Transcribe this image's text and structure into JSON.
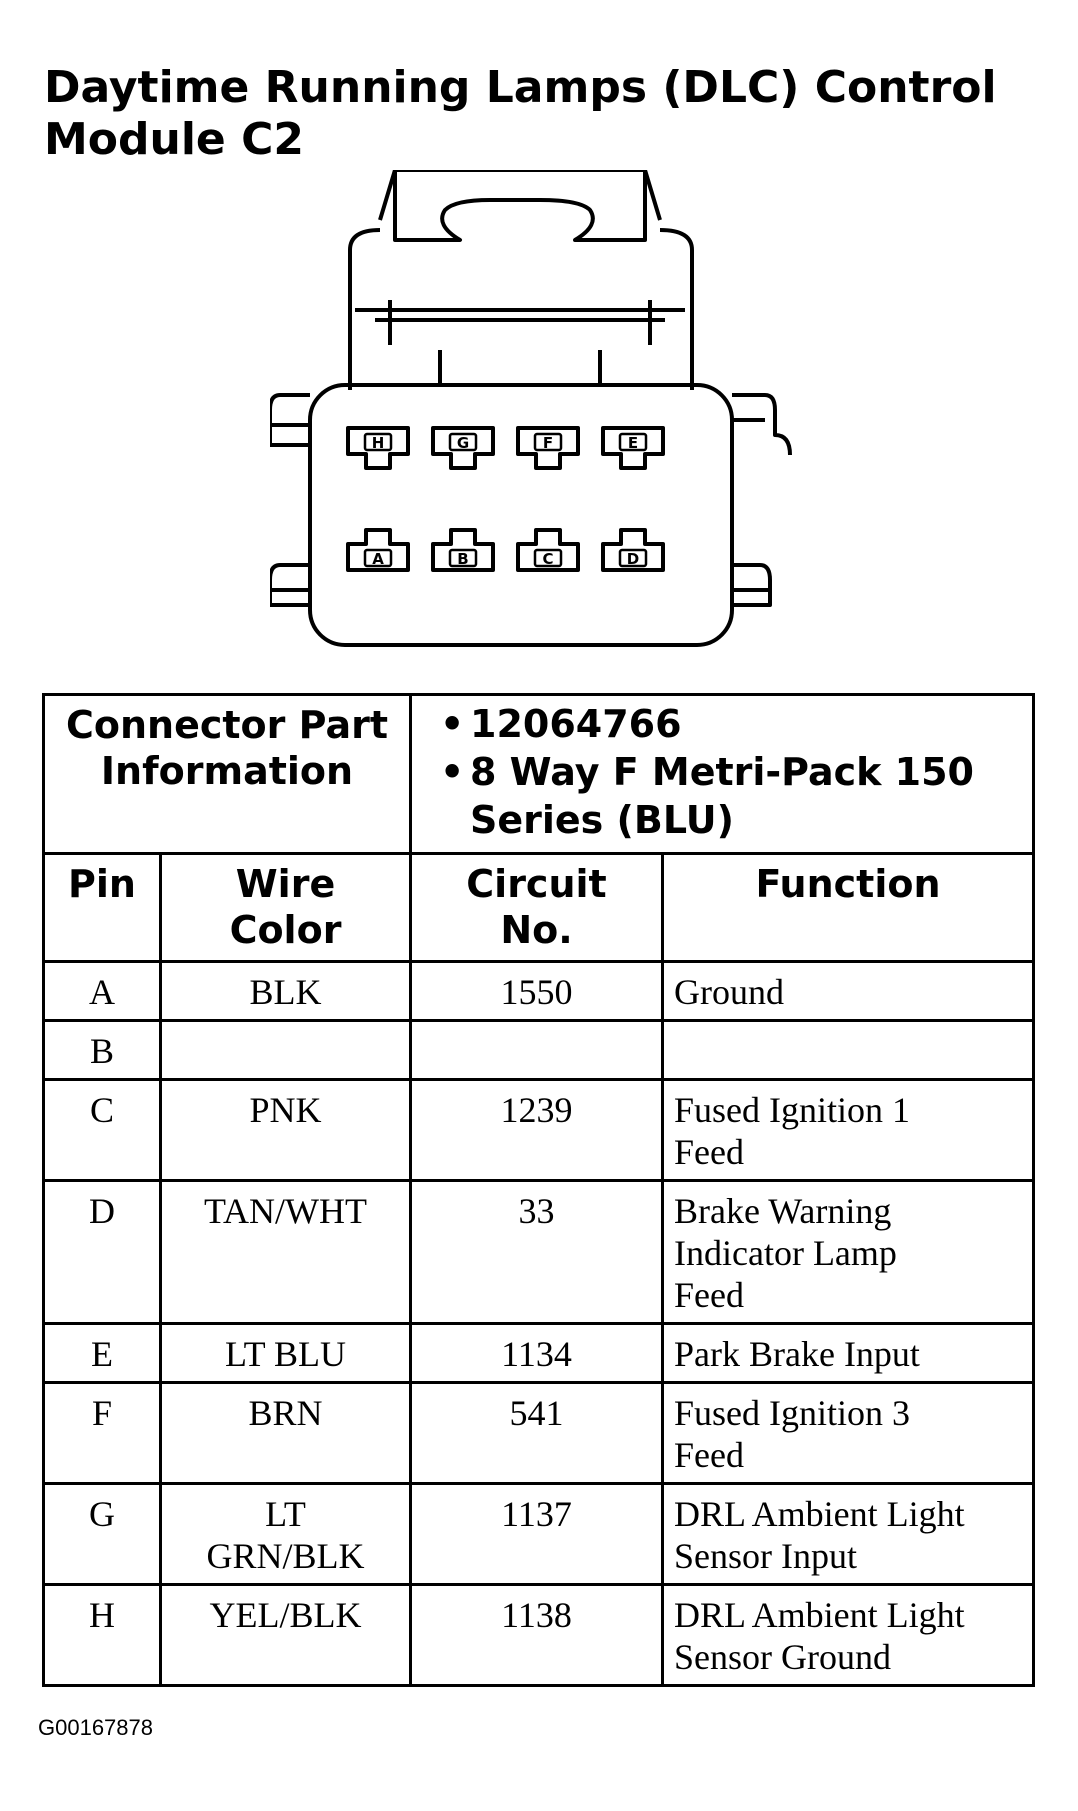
{
  "title": {
    "line1": "Daytime Running Lamps (DLC) Control",
    "line2": "Module C2"
  },
  "connector": {
    "top_row_pins": [
      "H",
      "G",
      "F",
      "E"
    ],
    "bottom_row_pins": [
      "A",
      "B",
      "C",
      "D"
    ]
  },
  "part_info": {
    "label_line1": "Connector Part",
    "label_line2": "Information",
    "bullet": "•",
    "part_number": "12064766",
    "description_line1": "8 Way F Metri-Pack 150",
    "description_line2": "Series (BLU)"
  },
  "table": {
    "headers": {
      "pin": "Pin",
      "wire_color_line1": "Wire",
      "wire_color_line2": "Color",
      "circuit_line1": "Circuit",
      "circuit_line2": "No.",
      "function": "Function"
    },
    "rows": [
      {
        "pin": "A",
        "wire1": "BLK",
        "wire2": "",
        "circuit": "1550",
        "func1": "Ground",
        "func2": "",
        "func3": ""
      },
      {
        "pin": "B",
        "wire1": "",
        "wire2": "",
        "circuit": "",
        "func1": "",
        "func2": "",
        "func3": ""
      },
      {
        "pin": "C",
        "wire1": "PNK",
        "wire2": "",
        "circuit": "1239",
        "func1": "Fused Ignition 1",
        "func2": "Feed",
        "func3": ""
      },
      {
        "pin": "D",
        "wire1": "TAN/WHT",
        "wire2": "",
        "circuit": "33",
        "func1": "Brake Warning",
        "func2": "Indicator Lamp",
        "func3": "Feed"
      },
      {
        "pin": "E",
        "wire1": "LT BLU",
        "wire2": "",
        "circuit": "1134",
        "func1": "Park Brake Input",
        "func2": "",
        "func3": ""
      },
      {
        "pin": "F",
        "wire1": "BRN",
        "wire2": "",
        "circuit": "541",
        "func1": "Fused Ignition 3",
        "func2": "Feed",
        "func3": ""
      },
      {
        "pin": "G",
        "wire1": "LT",
        "wire2": "GRN/BLK",
        "circuit": "1137",
        "func1": "DRL Ambient Light",
        "func2": "Sensor Input",
        "func3": ""
      },
      {
        "pin": "H",
        "wire1": "YEL/BLK",
        "wire2": "",
        "circuit": "1138",
        "func1": "DRL Ambient Light",
        "func2": "Sensor Ground",
        "func3": ""
      }
    ]
  },
  "figure_code": "G00167878"
}
